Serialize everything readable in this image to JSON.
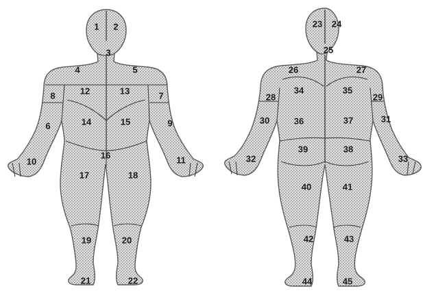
{
  "diagram": {
    "colors": {
      "stipple_fill": "#cfcfcf",
      "outline": "#5a5a5a",
      "text": "#1a1a1a",
      "background": "#ffffff"
    },
    "front_regions": [
      "1",
      "2",
      "3",
      "4",
      "5",
      "6",
      "7",
      "8",
      "9",
      "10",
      "11",
      "12",
      "13",
      "14",
      "15",
      "16",
      "17",
      "18",
      "19",
      "20",
      "21",
      "22"
    ],
    "back_regions": [
      "23",
      "24",
      "25",
      "26",
      "27",
      "28",
      "29",
      "30",
      "31",
      "32",
      "33",
      "34",
      "35",
      "36",
      "37",
      "38",
      "39",
      "40",
      "41",
      "42",
      "43",
      "44",
      "45"
    ]
  }
}
